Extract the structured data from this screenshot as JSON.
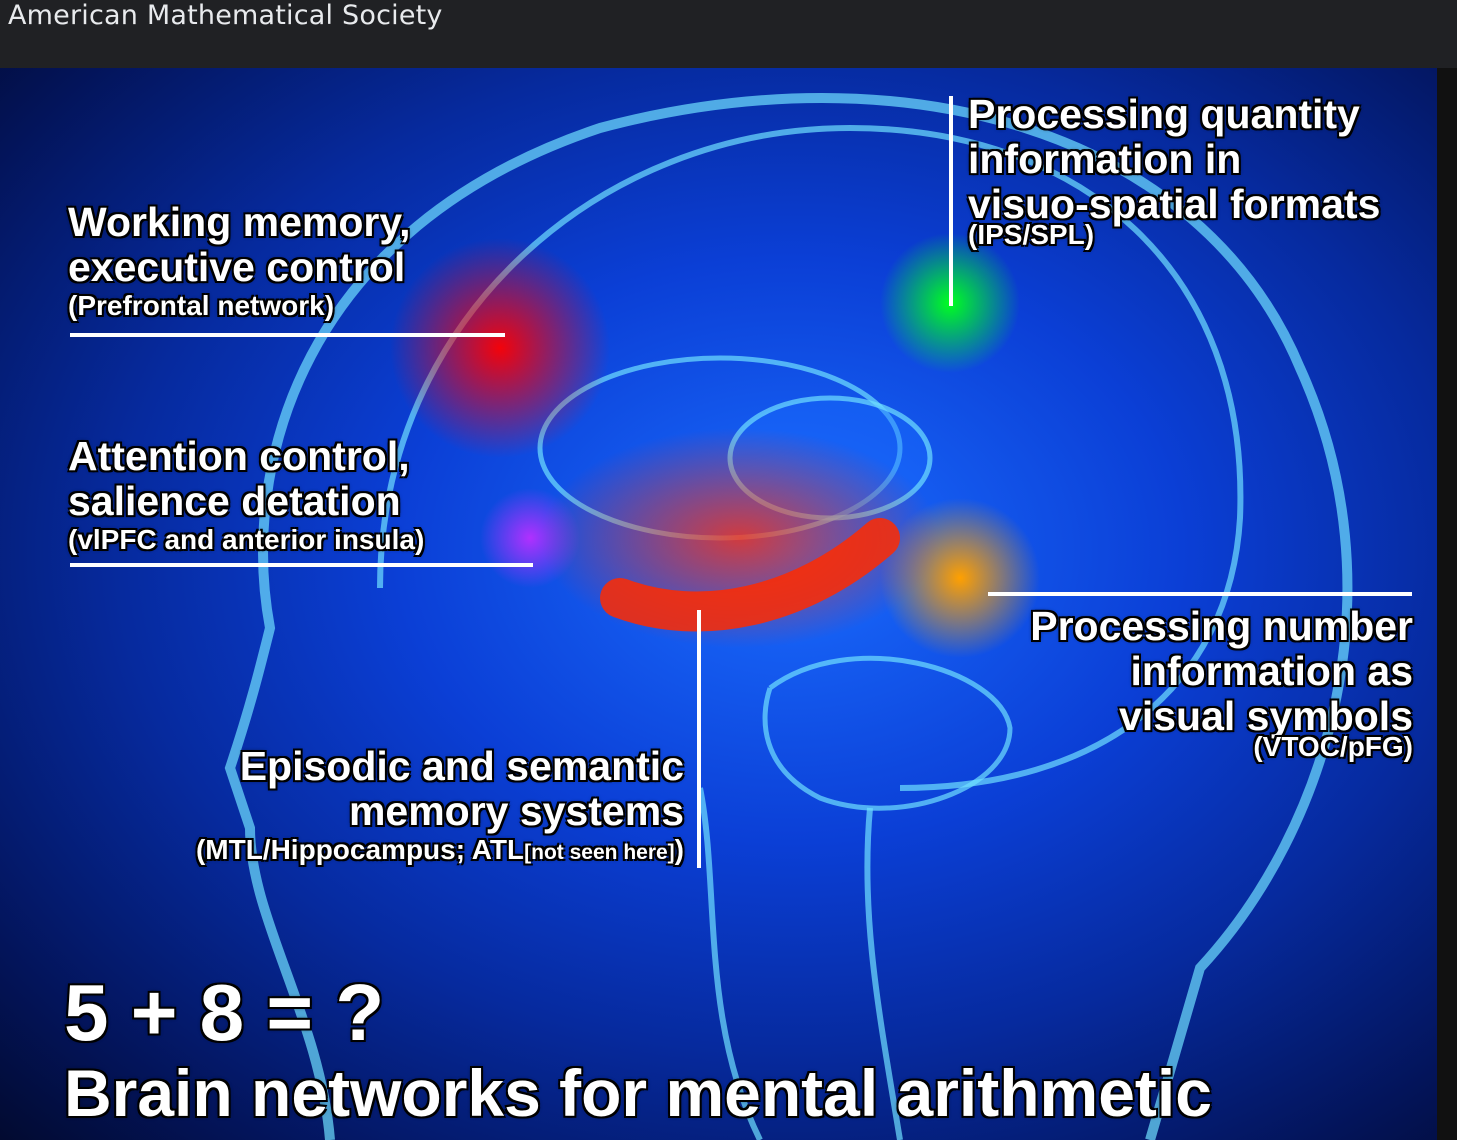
{
  "header": {
    "source": "American Mathematical Society"
  },
  "infographic": {
    "labels": {
      "working_memory": {
        "line1": "Working memory,",
        "line2": "executive control",
        "sub": "(Prefrontal network)"
      },
      "attention": {
        "line1": "Attention control,",
        "line2": "salience detation",
        "sub": "(vlPFC and anterior insula)"
      },
      "quantity": {
        "line1": "Processing quantity",
        "line2": "information in",
        "line3": "visuo-spatial formats",
        "sub": "(IPS/SPL)"
      },
      "number": {
        "line1": "Processing number",
        "line2": "information as",
        "line3": "visual symbols",
        "sub": "(VTOC/pFG)"
      },
      "episodic": {
        "line1": "Episodic and semantic",
        "line2": "memory systems",
        "sub": "(MTL/Hippocampus; ATL",
        "sub_small": "[not seen here]",
        "sub_end": ")"
      }
    },
    "equation": "5 + 8 = ?",
    "title": "Brain networks for mental arithmetic",
    "colors": {
      "prefrontal": "#e00000",
      "insula": "#a020f0",
      "ips": "#00e000",
      "vtoc": "#ff9900",
      "mtl": "#ff2a00"
    }
  }
}
